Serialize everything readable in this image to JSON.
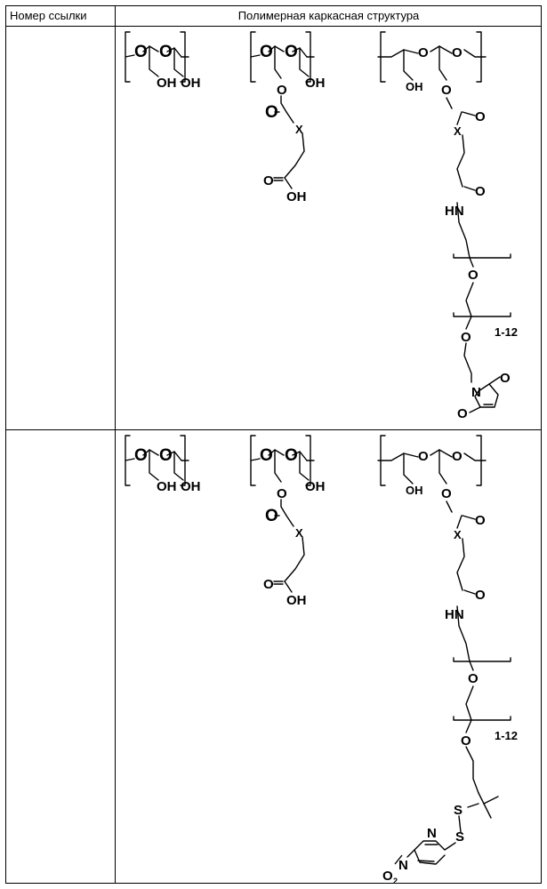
{
  "table": {
    "headers": {
      "reference_number": "Номер ссылки",
      "polymer_scaffold": "Полимерная каркасная структура"
    },
    "rows": [
      {
        "reference_number": "",
        "structure": {
          "units": [
            {
              "atoms": [
                "O",
                "O",
                "OH",
                "OH"
              ]
            },
            {
              "atoms": [
                "O",
                "O",
                "O",
                "OH",
                "O",
                "X",
                "O",
                "OH"
              ]
            },
            {
              "atoms": [
                "O",
                "O",
                "OH",
                "O",
                "O",
                "X",
                "O",
                "HN",
                "O",
                "O",
                "N",
                "O",
                "O"
              ],
              "repeat": "1-12",
              "terminal": "maleimide"
            }
          ]
        }
      },
      {
        "reference_number": "",
        "structure": {
          "units": [
            {
              "atoms": [
                "O",
                "O",
                "OH",
                "OH"
              ]
            },
            {
              "atoms": [
                "O",
                "O",
                "O",
                "OH",
                "O",
                "X",
                "O",
                "OH"
              ]
            },
            {
              "atoms": [
                "O",
                "O",
                "OH",
                "O",
                "O",
                "X",
                "O",
                "HN",
                "O",
                "O",
                "S",
                "S",
                "N",
                "O",
                "N",
                "2"
              ],
              "repeat": "1-12",
              "terminal": "5-nitropyridin-2-yl disulfide"
            }
          ]
        }
      }
    ]
  },
  "labels": {
    "repeat": "1-12",
    "O": "O",
    "OH": "OH",
    "X": "X",
    "HN": "HN",
    "N": "N",
    "S": "S",
    "nitro_O": "O",
    "sub2": "2"
  },
  "colors": {
    "line": "#000000",
    "background": "#ffffff"
  }
}
